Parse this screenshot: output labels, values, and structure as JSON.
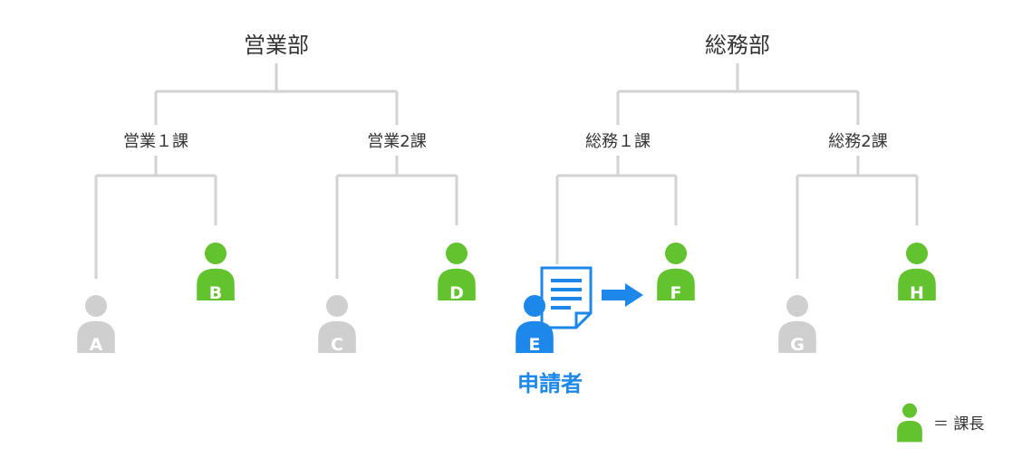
{
  "colors": {
    "line": "#d2d2d2",
    "manager": "#62c32e",
    "staff": "#cfcfcf",
    "applicant": "#1e88ea",
    "text": "#333333"
  },
  "departments": [
    {
      "name": "営業部",
      "sections": [
        {
          "name": "営業１課",
          "staff": "A",
          "manager": "B"
        },
        {
          "name": "営業2課",
          "staff": "C",
          "manager": "D"
        }
      ]
    },
    {
      "name": "総務部",
      "sections": [
        {
          "name": "総務１課",
          "staff": "E",
          "manager": "F"
        },
        {
          "name": "総務2課",
          "staff": "G",
          "manager": "H"
        }
      ]
    }
  ],
  "applicant_label": "申請者",
  "icons": {
    "document": "document-icon",
    "arrow": "arrow-right-icon",
    "person": "person-icon"
  },
  "legend": {
    "icon": "person-icon",
    "text": "＝ 課長"
  }
}
